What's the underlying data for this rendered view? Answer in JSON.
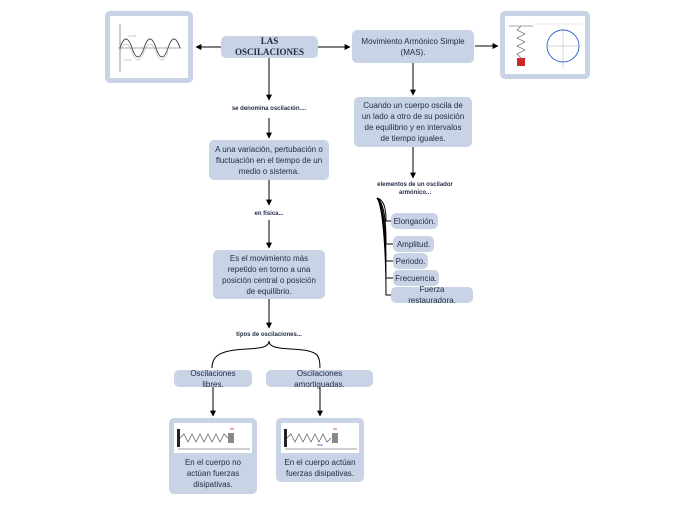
{
  "root": "LAS OSCILACIONES",
  "left_branch": {
    "label1": "se denomina oscilación....",
    "def": "A una variación, pertubación o fluctuación en el tiempo de un medio o sistema.",
    "label2": "en física...",
    "physics": "Es el movimiento más repetido en torno a una posición central o posición de equilibrio.",
    "label3": "tipos de oscilaciones...",
    "free": "Oscilaciones libres.",
    "damped": "Oscilaciones amortiguadas.",
    "free_desc": "En el cuerpo no actúan fuerzas disipativas.",
    "damped_desc": "En el cuerpo actúan fuerzas disipativas."
  },
  "right_branch": {
    "mas": "Movimiento Armónico Simple (MAS).",
    "mas_def": "Cuando un cuerpo oscila de un lado a otro de su posición de equilibrio y en intervalos de tiempo iguales.",
    "elements_label": "elementos de un oscilador armónico...",
    "elements": [
      "Elongación.",
      "Amplitud.",
      "Periodo.",
      "Frecuencia.",
      "Fuerza restauradora."
    ]
  },
  "colors": {
    "node": "#c8d3e6",
    "line": "#000000"
  }
}
